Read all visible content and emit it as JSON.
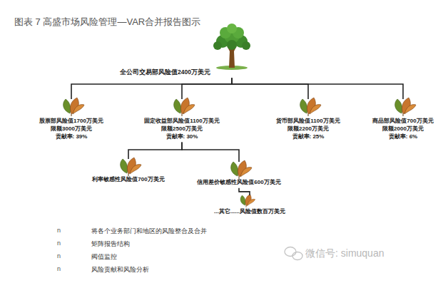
{
  "diagram": {
    "title": "图表 7 高盛市场风险管理—VAR合并报告图示",
    "nodes": [
      {
        "text": [
          "全公司交易部风险值2400万美元"
        ]
      },
      {
        "text": [
          "股票部风险值1700万美元",
          "限额3000万美元",
          "贡献率: 39%"
        ]
      },
      {
        "text": [
          "固定收益部风险值1100万美元",
          "限额2500万美元",
          "贡献率: 30%"
        ]
      },
      {
        "text": [
          "货币部风险值1100万美元",
          "限额2200万美元",
          "贡献率: 25%"
        ]
      },
      {
        "text": [
          "商品部风险值700万美元",
          "限额2000万美元",
          "贡献率: 6%"
        ]
      },
      {
        "text": [
          "利率敏感性风险值700万美元"
        ]
      },
      {
        "text": [
          "信用差价敏感性风险值600万美元"
        ]
      },
      {
        "text": [
          "...其它......风险值数百万美元"
        ]
      }
    ],
    "edges": [
      {
        "from": 0,
        "to": 1,
        "arrow": "none"
      },
      {
        "from": 0,
        "to": 2,
        "arrow": "none"
      },
      {
        "from": 0,
        "to": 3,
        "arrow": "none"
      },
      {
        "from": 0,
        "to": 4,
        "arrow": "none"
      },
      {
        "from": 2,
        "to": 5,
        "arrow": "none"
      },
      {
        "from": 2,
        "to": 6,
        "arrow": "none"
      },
      {
        "from": 6,
        "to": 7,
        "arrow": "none"
      }
    ],
    "labels": [
      "n",
      "将各个业务部门和地区的风险整合及合并",
      "n",
      "矩阵报告结构",
      "n",
      "阀值监控",
      "n",
      "风险贡献和风险分析",
      "微信号: simuquan"
    ]
  }
}
